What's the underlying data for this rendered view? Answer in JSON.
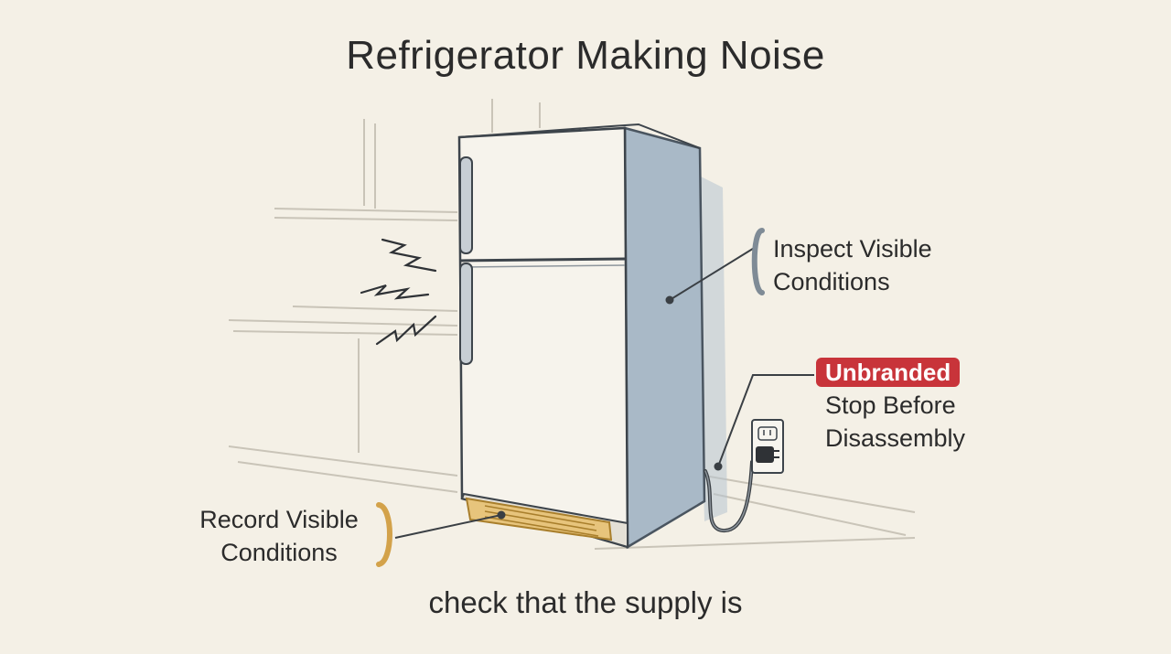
{
  "title": "Refrigerator Making Noise",
  "callouts": {
    "inspect": "Inspect Visible\nConditions",
    "warning_badge": "Unbranded",
    "stop": "Stop Before\nDisassembly",
    "record": "Record Visible\nConditions"
  },
  "caption": "check that the supply is",
  "colors": {
    "background": "#f4f0e6",
    "fridge_side": "#a9b9c7",
    "badge_red": "#c8343a",
    "vent_amber": "#d9a548"
  },
  "icons": [
    "noise-wave-icon",
    "power-outlet-icon",
    "plug-icon"
  ]
}
